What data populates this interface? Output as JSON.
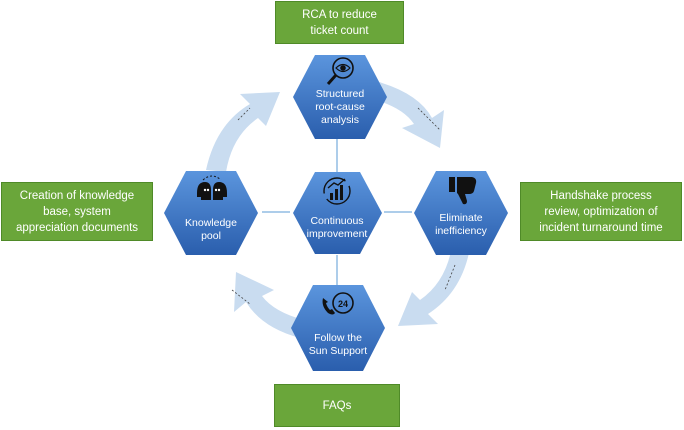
{
  "diagram": {
    "center": {
      "lines": [
        "Continuous",
        "improvement"
      ],
      "icon": "growth-chart-icon"
    },
    "nodes": [
      {
        "id": "top",
        "lines": [
          "Structured",
          "root-cause",
          "analysis"
        ],
        "icon": "eye-magnifier-icon"
      },
      {
        "id": "right",
        "lines": [
          "Eliminate",
          "inefficiency"
        ],
        "icon": "thumbs-down-icon"
      },
      {
        "id": "bottom",
        "lines": [
          "Follow the",
          "Sun Support"
        ],
        "icon": "phone-24-icon"
      },
      {
        "id": "left",
        "lines": [
          "Knowledge",
          "pool"
        ],
        "icon": "heads-sharing-icon"
      }
    ],
    "boxes": [
      {
        "id": "top",
        "lines": [
          "RCA to reduce",
          "ticket count"
        ]
      },
      {
        "id": "right",
        "lines": [
          "Handshake process",
          "review, optimization of",
          "incident turnaround time"
        ]
      },
      {
        "id": "bottom",
        "lines": [
          "FAQs"
        ]
      },
      {
        "id": "left",
        "lines": [
          "Creation of knowledge",
          "base, system",
          "appreciation documents"
        ]
      }
    ],
    "colors": {
      "hex_fill_light": "#4f8ad6",
      "hex_fill_dark": "#2d62b0",
      "arrow": "#c5d9ef",
      "box_fill": "#6aa63a",
      "connector": "#5b9bd5"
    }
  }
}
